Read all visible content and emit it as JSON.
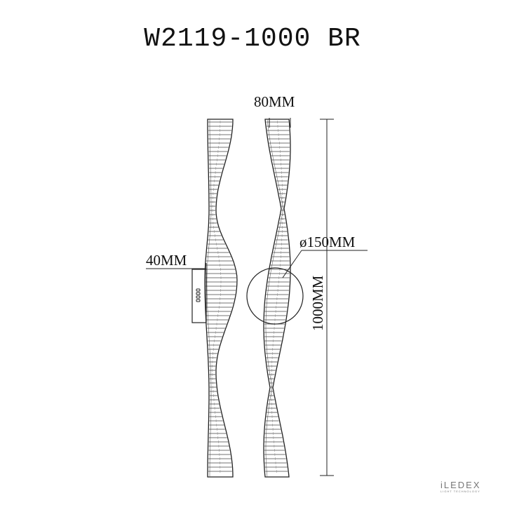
{
  "title": "W2119-1000 BR",
  "dimensions": {
    "width": "80MM",
    "depth": "40MM",
    "base_diameter": "ø150MM",
    "height": "1000MM"
  },
  "logo": {
    "brand": "iLEDEX",
    "tagline": "LIGHT TECHNOLOGY"
  },
  "colors": {
    "line": "#111111",
    "logo": "#777777"
  }
}
